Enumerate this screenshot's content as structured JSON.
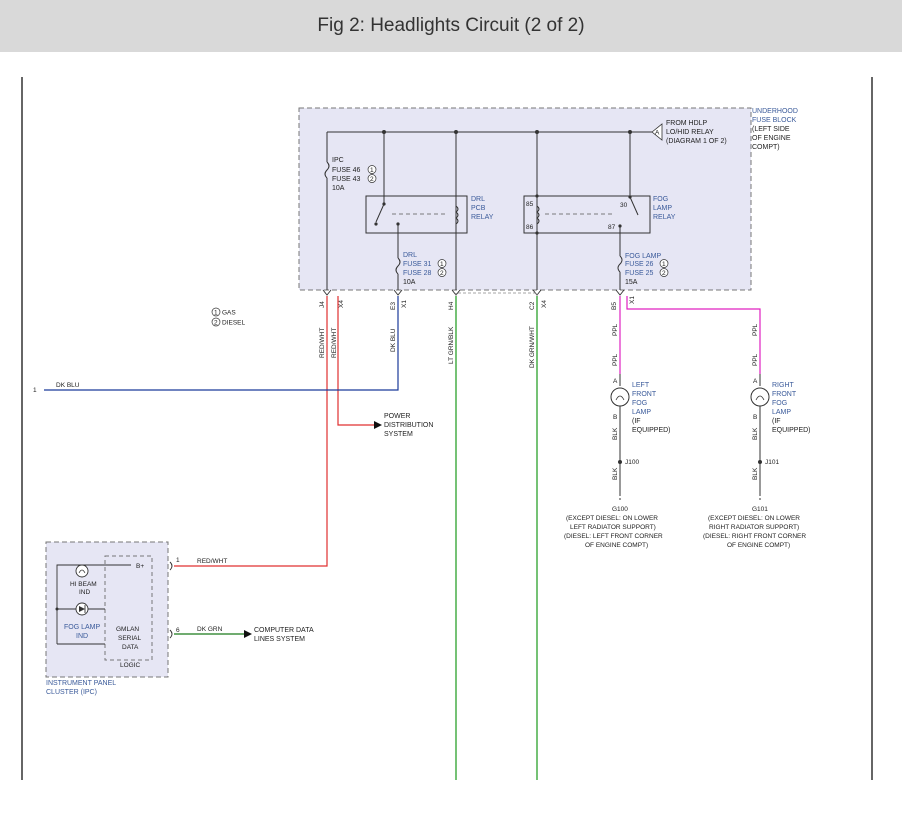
{
  "title": "Fig 2: Headlights Circuit (2 of 2)",
  "colors": {
    "red": "#e03030",
    "blue": "#1a3a9a",
    "green": "#1a9a1a",
    "magenta": "#e020c0",
    "dark_green": "#1a7a1a",
    "box_fill": "#e6e6f4",
    "dashed": "#777777"
  },
  "fuse_block": {
    "label": [
      "UNDERHOOD",
      "FUSE BLOCK",
      "(LEFT SIDE",
      "OF ENGINE",
      "COMPT)"
    ],
    "from_hdlp": [
      "FROM HDLP",
      "LO/HID RELAY",
      "(DIAGRAM 1 OF 2)"
    ],
    "connector_letter": "A",
    "ipc_fuse": {
      "name": "IPC",
      "f1": "FUSE 46",
      "f2": "FUSE 43",
      "amps": "10A"
    },
    "drl_relay": [
      "DRL",
      "PCB",
      "RELAY"
    ],
    "drl_fuse": {
      "name": "DRL",
      "f1": "FUSE 31",
      "f2": "FUSE 28",
      "amps": "10A"
    },
    "fog_relay": [
      "FOG",
      "LAMP",
      "RELAY"
    ],
    "fog_fuse": {
      "name": "FOG LAMP",
      "f1": "FUSE 26",
      "f2": "FUSE 25",
      "amps": "15A"
    },
    "relay_pins": {
      "p85": "85",
      "p86": "86",
      "p30": "30",
      "p87": "87"
    }
  },
  "legend": {
    "n1": "1",
    "n2": "2",
    "gas": "GAS",
    "diesel": "DIESEL"
  },
  "note_circles": {
    "one": "1",
    "two": "2"
  },
  "pins": {
    "j4": "J4",
    "x4a": "X4",
    "e3": "E3",
    "x1a": "X1",
    "h4": "H4",
    "c2": "C2",
    "x4b": "X4",
    "b5": "B5",
    "x1b": "X1"
  },
  "wires": {
    "redwht1": "RED/WHT",
    "redwht2": "RED/WHT",
    "dkblu_v": "DK BLU",
    "ltgrnblk": "LT GRN/BLK",
    "dkgrnwht": "DK GRN/WHT",
    "ppl1": "PPL",
    "ppl2": "PPL",
    "ppl3": "PPL",
    "ppl4": "PPL",
    "blk1": "BLK",
    "blk2": "BLK",
    "blk3": "BLK",
    "blk4": "BLK",
    "dkblu_h": "DK BLU",
    "redwht_h": "RED/WHT",
    "dkgrn_h": "DK GRN"
  },
  "edge_numbers": {
    "left": "1",
    "ipc_b": "1",
    "ipc_d": "6"
  },
  "power_dist": [
    "POWER",
    "DISTRIBUTION",
    "SYSTEM"
  ],
  "computer_data": [
    "COMPUTER DATA",
    "LINES SYSTEM"
  ],
  "left_fog": {
    "label": [
      "LEFT",
      "FRONT",
      "FOG",
      "LAMP",
      "(IF",
      "EQUIPPED)"
    ],
    "a": "A",
    "b": "B",
    "splice": "J100",
    "ground": "G100",
    "note": [
      "(EXCEPT DIESEL: ON LOWER",
      "LEFT RADIATOR SUPPORT)",
      "(DIESEL: LEFT FRONT CORNER",
      "OF ENGINE COMPT)"
    ]
  },
  "right_fog": {
    "label": [
      "RIGHT",
      "FRONT",
      "FOG",
      "LAMP",
      "(IF",
      "EQUIPPED)"
    ],
    "a": "A",
    "b": "B",
    "splice": "J101",
    "ground": "G101",
    "note": [
      "(EXCEPT DIESEL: ON LOWER",
      "RIGHT RADIATOR SUPPORT)",
      "(DIESEL: RIGHT FRONT CORNER",
      "OF ENGINE COMPT)"
    ]
  },
  "ipc": {
    "hi_beam": [
      "HI BEAM",
      "IND"
    ],
    "fog_lamp": [
      "FOG LAMP",
      "IND"
    ],
    "gmlan": [
      "GMLAN",
      "SERIAL",
      "DATA"
    ],
    "logic": "LOGIC",
    "bplus": "B+",
    "name": [
      "INSTRUMENT PANEL",
      "CLUSTER (IPC)"
    ]
  }
}
